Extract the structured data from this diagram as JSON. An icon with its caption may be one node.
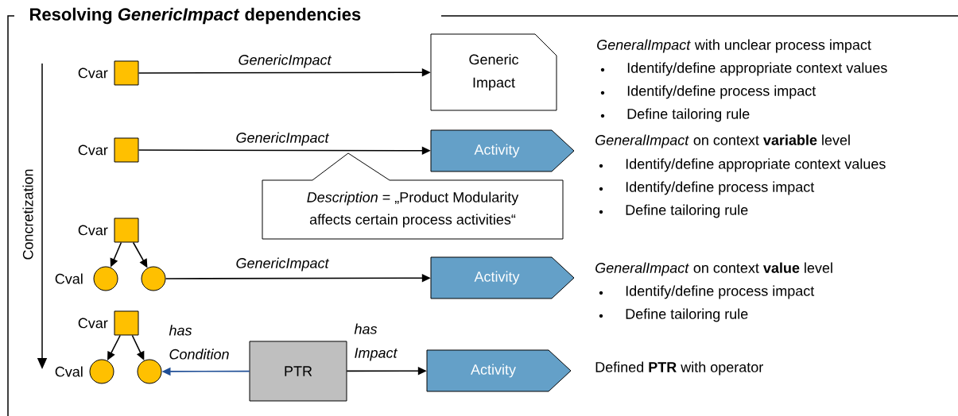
{
  "diagram": {
    "title": "Resolving *GenericImpact* dependencies",
    "nodes": [
      {
        "text": [],
        "shape": "box",
        "beside": [
          "Cvar"
        ]
      },
      {
        "text": [
          "Generic Impact"
        ]
      },
      {
        "text": [],
        "shape": "box",
        "beside": [
          "Cvar"
        ]
      },
      {
        "text": [
          "Activity"
        ]
      },
      {
        "text": [
          "*Description* = „Product Modularity affects certain process activities“"
        ]
      },
      {
        "text": [],
        "shape": "box",
        "beside": [
          "Cvar"
        ]
      },
      {
        "text": [],
        "shape": "circle",
        "beside": [
          "Cval"
        ]
      },
      {
        "text": [],
        "shape": "circle"
      },
      {
        "text": [
          "Activity"
        ]
      },
      {
        "text": [],
        "shape": "box",
        "beside": [
          "Cvar"
        ]
      },
      {
        "text": [],
        "shape": "circle",
        "beside": [
          "Cval"
        ]
      },
      {
        "text": [],
        "shape": "circle"
      },
      {
        "text": [
          "PTR"
        ]
      },
      {
        "text": [
          "Activity"
        ]
      }
    ],
    "edges": [
      {
        "from": 0,
        "to": 1,
        "arrow": "to",
        "label": "GenericImpact"
      },
      {
        "from": 2,
        "to": 3,
        "arrow": "to",
        "label": "GenericImpact"
      },
      {
        "from": 5,
        "to": 6,
        "arrow": "to"
      },
      {
        "from": 5,
        "to": 7,
        "arrow": "to"
      },
      {
        "from": 7,
        "to": 8,
        "arrow": "to",
        "label": "GenericImpact"
      },
      {
        "from": 9,
        "to": 10,
        "arrow": "to"
      },
      {
        "from": 9,
        "to": 11,
        "arrow": "to"
      },
      {
        "from": 12,
        "to": 11,
        "arrow": "to",
        "label": "has Condition",
        "color": "#1f4e96"
      },
      {
        "from": 12,
        "to": 13,
        "arrow": "to",
        "label": "has Impact"
      }
    ],
    "labels": [
      "Concretization",
      "*GeneralImpact* with unclear process impact",
      "Identify/define appropriate context values",
      "Identify/define process impact",
      "Define tailoring rule",
      "*GeneralImpact* on context **variable** level",
      "Identify/define appropriate context values",
      "Identify/define process impact",
      "Define tailoring rule",
      "*GeneralImpact* on context **value** level",
      "Identify/define process impact",
      "Define tailoring rule",
      "Defined **PTR** with operator"
    ]
  }
}
